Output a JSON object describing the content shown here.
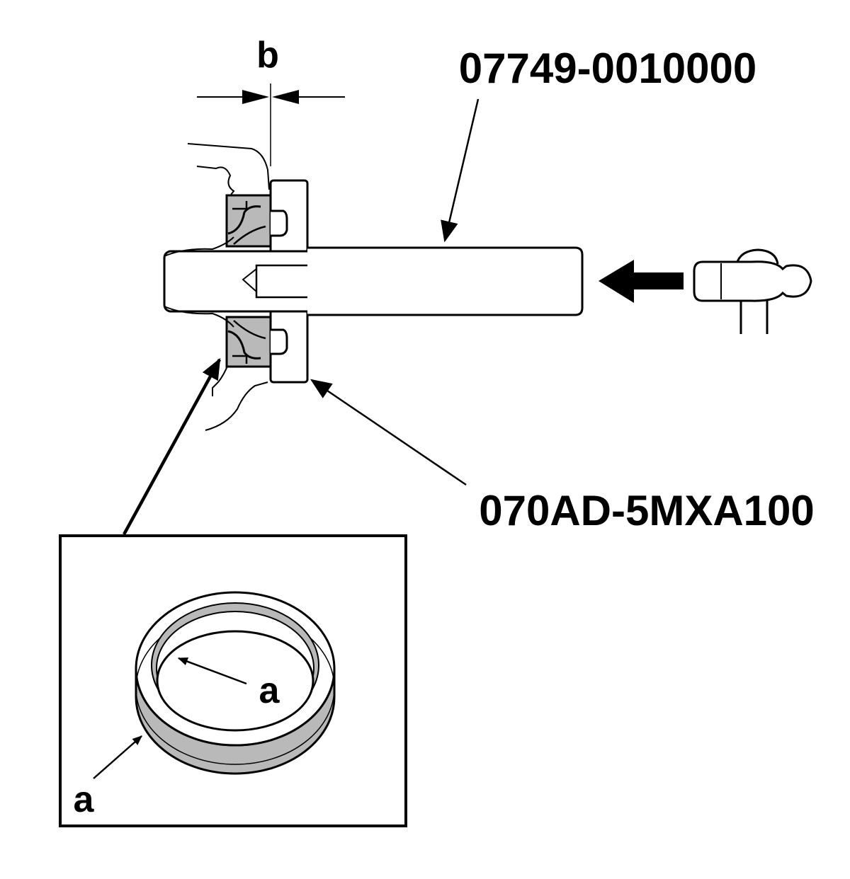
{
  "labels": {
    "dimension_b": "b",
    "driver_handle_part": "07749-0010000",
    "attachment_part": "070AD-5MXA100",
    "seal_marking_inner": "a",
    "seal_marking_outer": "a"
  },
  "colors": {
    "line": "#000000",
    "seal_fill": "#b9b9b9",
    "background": "#ffffff"
  },
  "icons": {
    "hammer": "hammer-icon",
    "direction_arrow": "arrow-left-icon"
  }
}
